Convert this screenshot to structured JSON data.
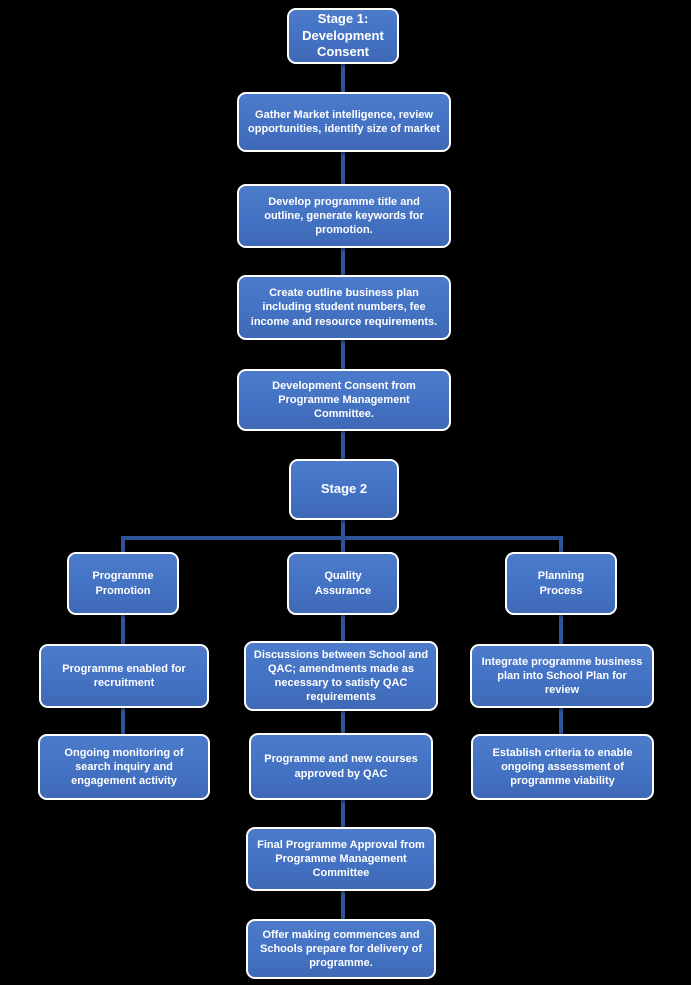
{
  "diagram": {
    "type": "flowchart",
    "colors": {
      "background": "#000000",
      "box_fill": "#4472C4",
      "box_border": "#FFFFFF",
      "connector": "#2E5597",
      "text": "#FFFFFF"
    },
    "nodes": {
      "stage1": {
        "label": "Stage 1: Development Consent"
      },
      "gather": {
        "label": "Gather Market intelligence, review opportunities, identify size of market"
      },
      "develop": {
        "label": "Develop programme title and outline, generate keywords for promotion."
      },
      "business_plan": {
        "label": "Create outline business plan including student numbers, fee income and resource requirements."
      },
      "dev_consent": {
        "label": "Development Consent from Programme Management Committee."
      },
      "stage2": {
        "label": "Stage 2"
      },
      "promotion": {
        "label": "Programme Promotion"
      },
      "quality": {
        "label": "Quality Assurance"
      },
      "planning": {
        "label": "Planning Process"
      },
      "enabled": {
        "label": "Programme enabled for recruitment"
      },
      "discussions": {
        "label": "Discussions between School and QAC; amendments made as necessary to satisfy QAC requirements"
      },
      "integrate": {
        "label": "Integrate programme business plan into School Plan for review"
      },
      "monitoring": {
        "label": "Ongoing monitoring of search inquiry and engagement activity"
      },
      "approved": {
        "label": "Programme and new courses approved by QAC"
      },
      "criteria": {
        "label": "Establish criteria to enable ongoing assessment of programme viability"
      },
      "final_approval": {
        "label": "Final Programme Approval from Programme Management Committee"
      },
      "offer": {
        "label": "Offer making commences and Schools prepare for delivery of programme."
      }
    },
    "edges": [
      [
        "stage1",
        "gather"
      ],
      [
        "gather",
        "develop"
      ],
      [
        "develop",
        "business_plan"
      ],
      [
        "business_plan",
        "dev_consent"
      ],
      [
        "dev_consent",
        "stage2"
      ],
      [
        "stage2",
        "promotion"
      ],
      [
        "stage2",
        "quality"
      ],
      [
        "stage2",
        "planning"
      ],
      [
        "promotion",
        "enabled"
      ],
      [
        "enabled",
        "monitoring"
      ],
      [
        "quality",
        "discussions"
      ],
      [
        "discussions",
        "approved"
      ],
      [
        "approved",
        "final_approval"
      ],
      [
        "final_approval",
        "offer"
      ],
      [
        "planning",
        "integrate"
      ],
      [
        "integrate",
        "criteria"
      ]
    ]
  }
}
